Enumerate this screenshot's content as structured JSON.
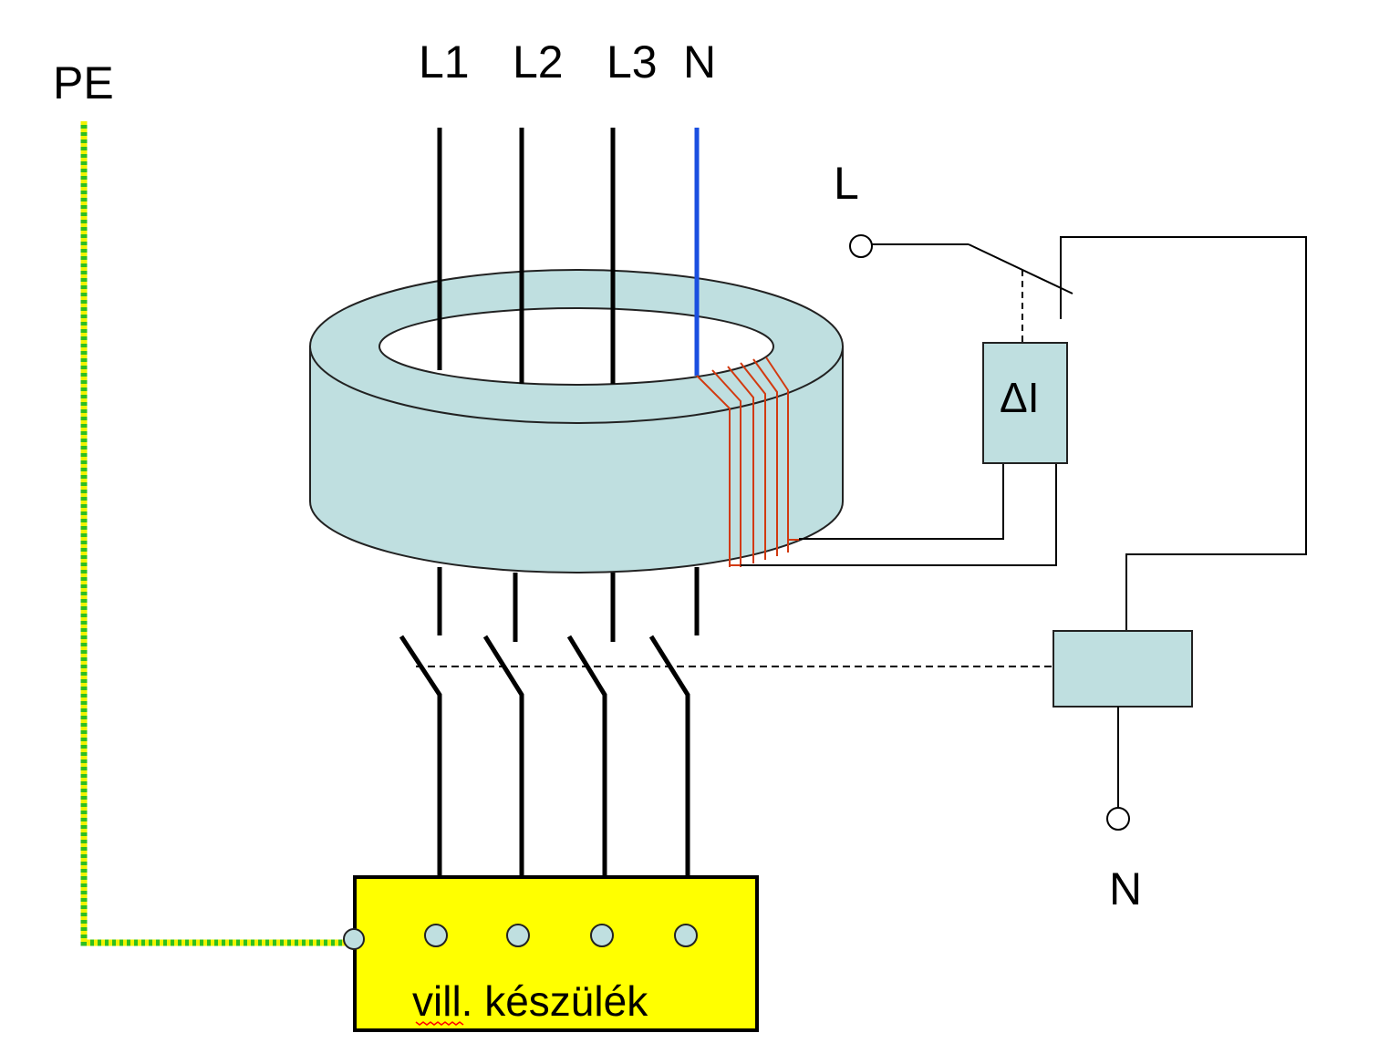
{
  "labels": {
    "pe": "PE",
    "l1": "L1",
    "l2": "L2",
    "l3": "L3",
    "n_top": "N",
    "l_test": "L",
    "n_bottom": "N",
    "delta_i": "ΔI",
    "device": "vill. készülék"
  },
  "colors": {
    "wire": "#000000",
    "neutral": "#1a4fe0",
    "pe_green": "#2fbf1f",
    "pe_yellow": "#f2f200",
    "core_fill": "#bfdfe0",
    "coil": "#d23a10",
    "device_fill": "#ffff00",
    "spellcheck": "#ff0000"
  }
}
